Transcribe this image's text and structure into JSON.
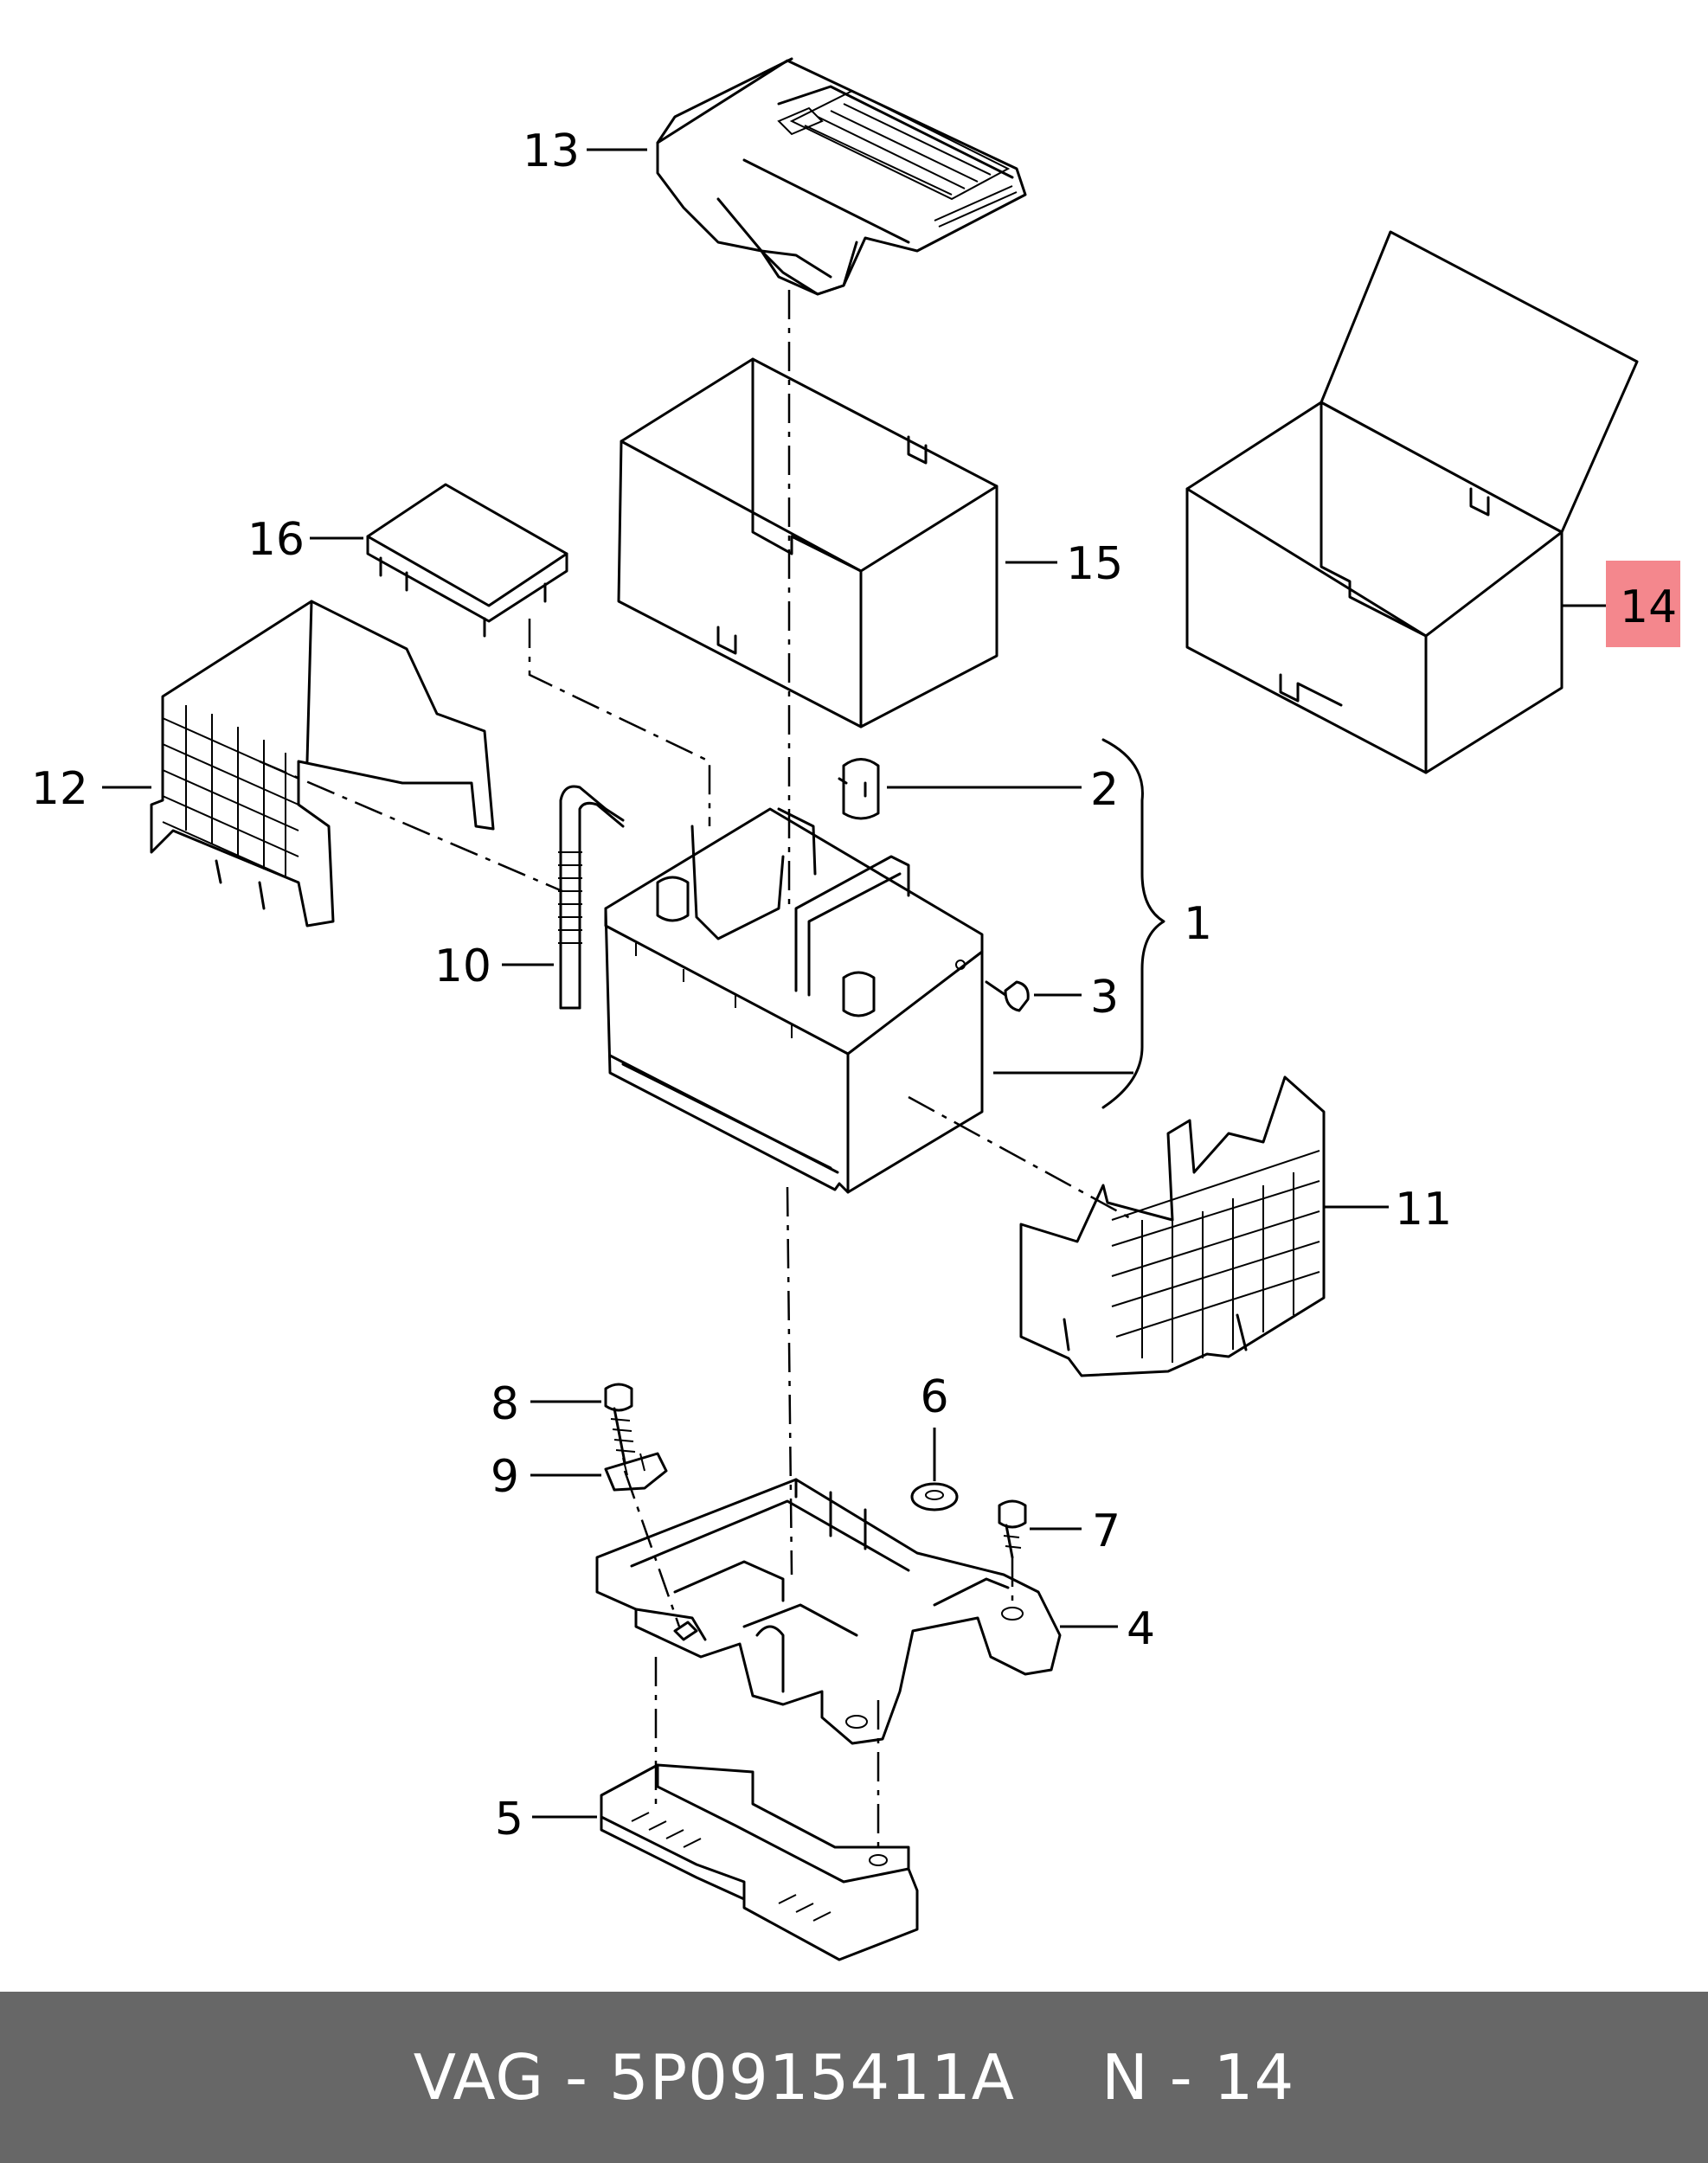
{
  "callouts": {
    "c1": "1",
    "c2": "2",
    "c3": "3",
    "c4": "4",
    "c5": "5",
    "c6": "6",
    "c7": "7",
    "c8": "8",
    "c9": "9",
    "c10": "10",
    "c11": "11",
    "c12": "12",
    "c13": "13",
    "c14": "14",
    "c15": "15",
    "c16": "16"
  },
  "highlight": {
    "callout": "14",
    "color": "#f4878d"
  },
  "footer": {
    "part_number": "VAG - 5P0915411A",
    "position": "N - 14",
    "background": "#676767"
  }
}
